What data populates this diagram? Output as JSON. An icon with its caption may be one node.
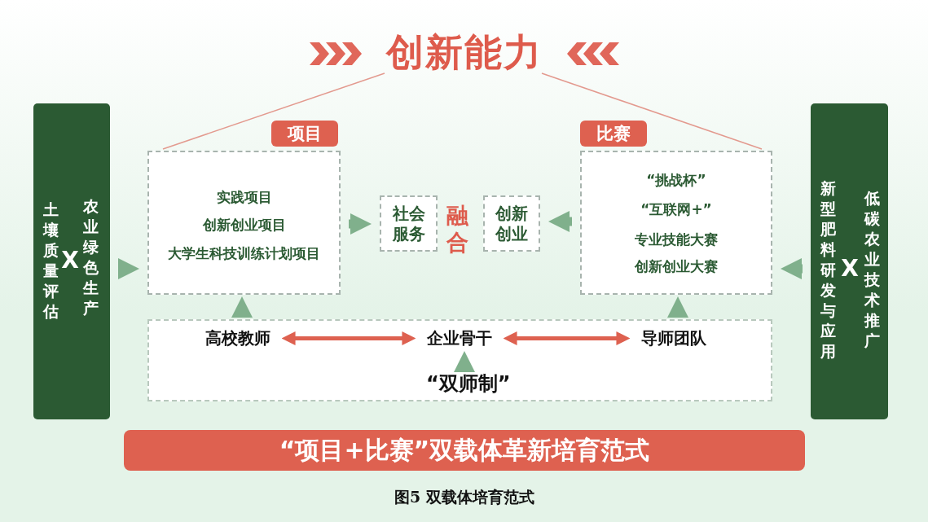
{
  "diagram": {
    "title": "创新能力",
    "caption": "图5 双载体培育范式",
    "nodes": [
      {
        "text": [
          "土壤质量评估",
          "X",
          "农业绿色生产"
        ]
      },
      {
        "text": [
          "项目"
        ]
      },
      {
        "text": [
          "实践项目",
          "创新创业项目",
          "大学生科技训练计划项目"
        ]
      },
      {
        "text": [
          "社会服务"
        ]
      },
      {
        "text": [
          "创新创业"
        ]
      },
      {
        "text": [
          "比赛"
        ]
      },
      {
        "text": [
          "“挑战杯”",
          "“互联网+”",
          "专业技能大赛",
          "创新创业大赛"
        ]
      },
      {
        "text": [
          "新型肥料研发与应用",
          "X",
          "低碳农业技术推广"
        ]
      },
      {
        "text": [],
        "shape": "box"
      },
      {
        "text": [
          "高校教师"
        ],
        "in": 8
      },
      {
        "text": [
          "企业骨干"
        ],
        "in": 8
      },
      {
        "text": [
          "导师团队"
        ],
        "in": 8
      },
      {
        "text": [
          "“双师制”"
        ],
        "in": 8
      },
      {
        "text": [
          "“项目+比赛”双载体革新培育范式"
        ]
      }
    ],
    "edges": [
      {
        "from": 0,
        "to": 2,
        "arrow": "to"
      },
      {
        "from": 2,
        "to": 3,
        "arrow": "to"
      },
      {
        "from": 6,
        "to": 4,
        "arrow": "to"
      },
      {
        "from": 7,
        "to": 6,
        "arrow": "to"
      },
      {
        "from": 8,
        "to": 2,
        "arrow": "to"
      },
      {
        "from": 8,
        "to": 6,
        "arrow": "to"
      },
      {
        "from": 12,
        "to": 10,
        "arrow": "to"
      },
      {
        "from": 9,
        "to": 10,
        "arrow": "both",
        "color": "#de6150"
      },
      {
        "from": 10,
        "to": 11,
        "arrow": "both",
        "color": "#de6150"
      }
    ],
    "labels": [
      "融合"
    ]
  }
}
